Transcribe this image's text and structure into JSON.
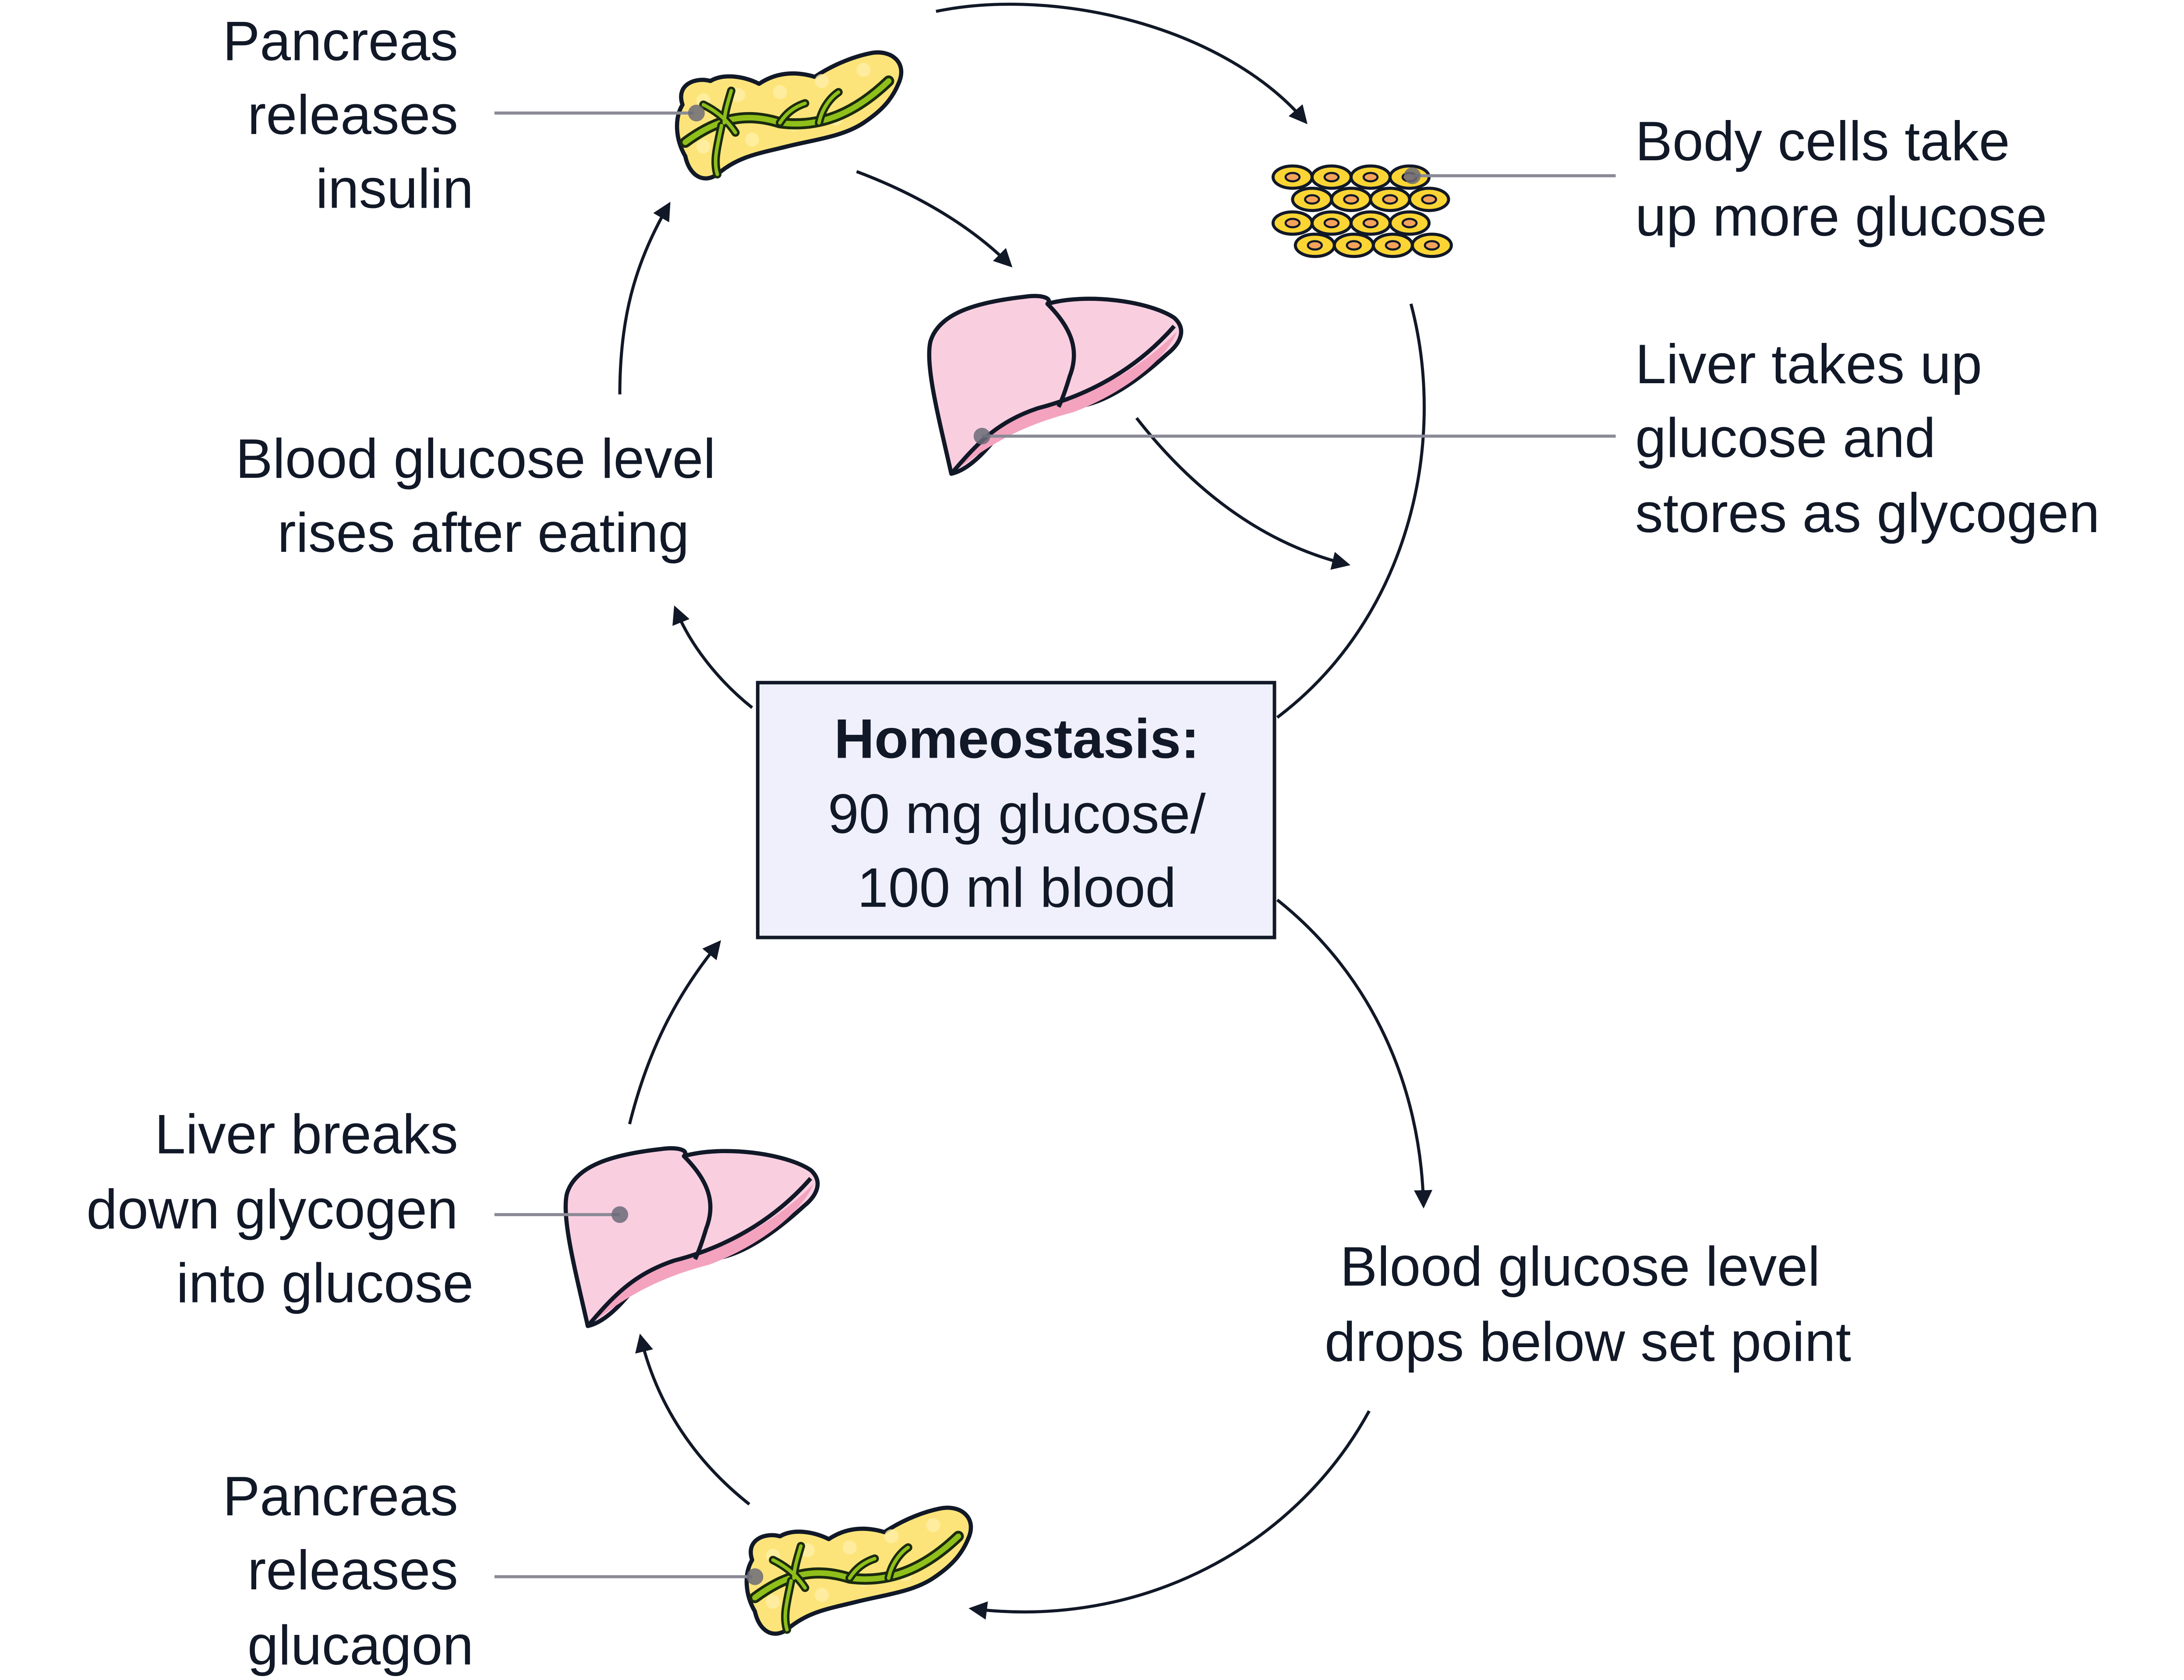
{
  "center": {
    "title": "Homeostasis:",
    "line1": "90 mg glucose/",
    "line2": "100 ml blood"
  },
  "labels": {
    "pancreas_insulin": [
      "Pancreas",
      "releases",
      "insulin"
    ],
    "rises": [
      "Blood glucose level",
      "rises after eating"
    ],
    "body_cells": [
      "Body cells take",
      "up more glucose"
    ],
    "liver_stores": [
      "Liver takes up",
      "glucose and",
      "stores as glycogen"
    ],
    "liver_breaks": [
      "Liver breaks",
      "down glycogen",
      "into glucose"
    ],
    "drops": [
      "Blood glucose level",
      "drops below set point"
    ],
    "pancreas_glucagon": [
      "Pancreas",
      "releases",
      "glucagon"
    ]
  },
  "colors": {
    "ink": "#111827",
    "box_fill": "#eff0fc",
    "pancreas": "#fde47a",
    "duct": "#8fbf1a",
    "liver": "#f8c6d8",
    "cells": "#fcd535"
  }
}
